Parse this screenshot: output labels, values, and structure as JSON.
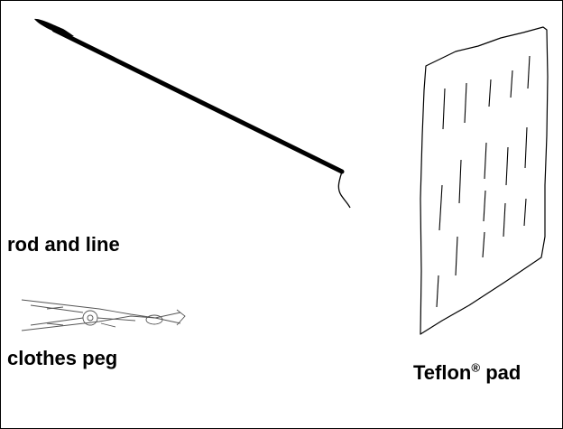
{
  "labels": {
    "rod_and_line": "rod and line",
    "clothes_peg": "clothes peg",
    "teflon_pad_name": "Teflon",
    "teflon_pad_mark": "®",
    "teflon_pad_suffix": " pad"
  },
  "colors": {
    "ink": "#000000",
    "background": "#ffffff"
  },
  "icons": {
    "rod": "fishing-rod-icon",
    "peg": "clothes-peg-icon",
    "pad": "teflon-pad-icon"
  }
}
